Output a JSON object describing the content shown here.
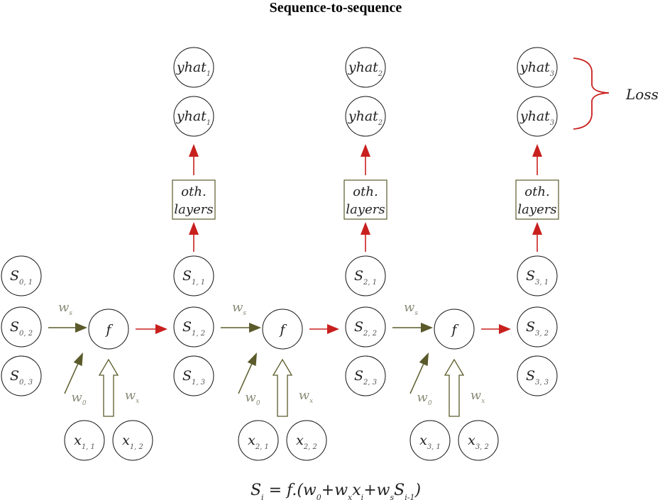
{
  "title": "Sequence-to-sequence",
  "initial_state": [
    "S_{0,1}",
    "S_{0,2}",
    "S_{0,3}"
  ],
  "steps": [
    {
      "function_label": "f",
      "inputs": [
        "x_{1,1}",
        "x_{1,2}"
      ],
      "states": [
        "S_{1,1}",
        "S_{1,2}",
        "S_{1,3}"
      ],
      "weights": {
        "state": "w_s",
        "bias": "w_0",
        "input": "w_x"
      },
      "other_layers": [
        "oth.",
        "layers"
      ],
      "outputs": [
        "yhat_1",
        "yhat_1"
      ]
    },
    {
      "function_label": "f",
      "inputs": [
        "x_{2,1}",
        "x_{2,2}"
      ],
      "states": [
        "S_{2,1}",
        "S_{2,2}",
        "S_{2,3}"
      ],
      "weights": {
        "state": "w_s",
        "bias": "w_0",
        "input": "w_x"
      },
      "other_layers": [
        "oth.",
        "layers"
      ],
      "outputs": [
        "yhat_2",
        "yhat_2"
      ]
    },
    {
      "function_label": "f",
      "inputs": [
        "x_{3,1}",
        "x_{3,2}"
      ],
      "states": [
        "S_{3,1}",
        "S_{3,2}",
        "S_{3,3}"
      ],
      "weights": {
        "state": "w_s",
        "bias": "w_0",
        "input": "w_x"
      },
      "other_layers": [
        "oth.",
        "layers"
      ],
      "outputs": [
        "yhat_3",
        "yhat_3"
      ]
    }
  ],
  "loss_label": "Loss",
  "formula": {
    "lhs": "S",
    "lhs_sub": "i",
    "text_1": " = f.(w",
    "sub_1": "0",
    "text_2": "+w",
    "sub_2": "x",
    "text_3": "x",
    "sub_3": "i",
    "text_4": "+w",
    "sub_4": "s",
    "text_5": "S",
    "sub_5": "i-1",
    "text_6": ")"
  },
  "colors": {
    "red_arrow": "#c8201e",
    "olive_arrow": "#5a5a2a",
    "weight_label": "#8a8a78",
    "brace": "#c8201e"
  }
}
